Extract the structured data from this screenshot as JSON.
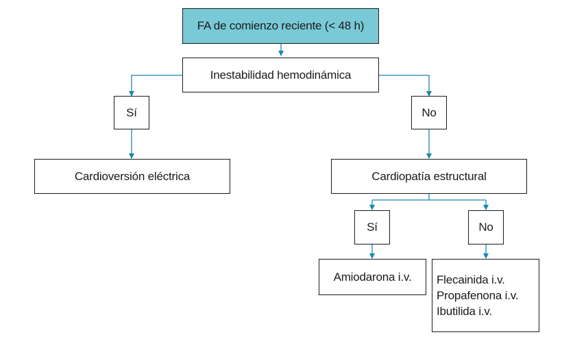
{
  "colors": {
    "accent": "#79c9d7",
    "connector": "#1a87ad",
    "border": "#1a1a1a"
  },
  "nodes": {
    "root": "FA de comienzo reciente (< 48 h)",
    "instability": "Inestabilidad hemodinámica",
    "yes1": "Sí",
    "no1": "No",
    "cardioversion": "Cardioversión eléctrica",
    "structural": "Cardiopatía estructural",
    "yes2": "Sí",
    "no2": "No",
    "amiodarone": "Amiodarona i.v.",
    "drugs": [
      "Flecainida i.v.",
      "Propafenona i.v.",
      "Ibutilida i.v."
    ]
  }
}
